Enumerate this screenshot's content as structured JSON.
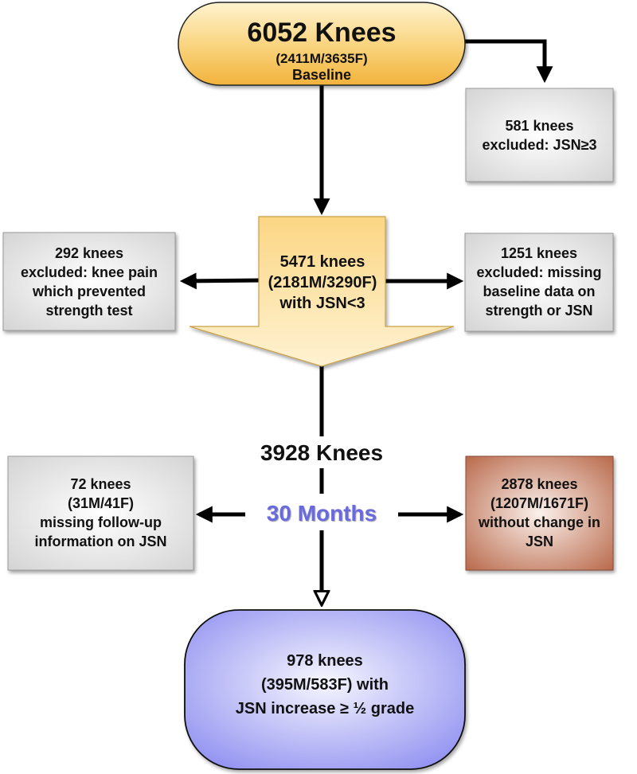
{
  "baseline": {
    "count": "6052 Knees",
    "split": "(2411M/3635F)",
    "label": "Baseline"
  },
  "excluded_jsn": {
    "line1": "581 knees",
    "line2": "excluded: JSN≥3"
  },
  "included": {
    "line1": "5471 knees",
    "line2": "(2181M/3290F)",
    "line3": "with JSN<3"
  },
  "excluded_pain": {
    "line1": "292 knees",
    "line2": "excluded: knee pain",
    "line3": "which prevented",
    "line4": "strength test"
  },
  "excluded_missing": {
    "line1": "1251 knees",
    "line2": "excluded: missing",
    "line3": "baseline data on",
    "line4": "strength or JSN"
  },
  "followup": {
    "count": "3928 Knees",
    "period": "30 Months",
    "period_color": "#6666dd"
  },
  "missing_followup": {
    "line1": "72 knees",
    "line2": "(31M/41F)",
    "line3": "missing follow-up",
    "line4": "information on JSN"
  },
  "no_change": {
    "line1": "2878 knees",
    "line2": "(1207M/1671F)",
    "line3": "without change in",
    "line4": "JSN"
  },
  "outcome": {
    "line1": "978 knees",
    "line2": "(395M/583F) with",
    "line3": "JSN increase ≥ ½ grade"
  },
  "colors": {
    "baseline_fill": "#f7c25a",
    "included_fill": "#fbd98a",
    "grey_fill": "#e4e4e4",
    "no_change_fill": "#d8a088",
    "outcome_fill": "#b4b4f6"
  }
}
